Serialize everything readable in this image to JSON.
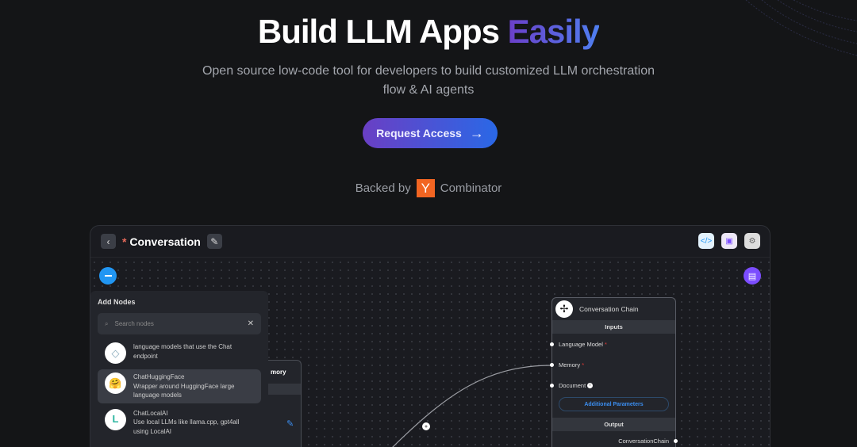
{
  "hero": {
    "title_main": "Build LLM Apps",
    "title_accent": "Easily",
    "subtitle": "Open source low-code tool for developers to build customized LLM orchestration flow & AI agents",
    "cta_label": "Request Access",
    "backed_prefix": "Backed by",
    "yc_letter": "Y",
    "backed_suffix": "Combinator"
  },
  "app": {
    "modified_marker": "*",
    "title": "Conversation",
    "toolbar_icons": [
      "code-icon",
      "save-icon",
      "gear-icon"
    ]
  },
  "add_nodes": {
    "title": "Add Nodes",
    "search_placeholder": "Search nodes",
    "items": [
      {
        "name": "",
        "desc": "language models that use the Chat endpoint"
      },
      {
        "name": "ChatHuggingFace",
        "desc": "Wrapper around HuggingFace large language models"
      },
      {
        "name": "ChatLocalAI",
        "desc": "Use local LLMs like llama.cpp, gpt4all using LocalAI"
      }
    ]
  },
  "memory_node": {
    "title_fragment": "mory"
  },
  "chain_node": {
    "title": "Conversation Chain",
    "inputs_label": "Inputs",
    "inputs": [
      {
        "label": "Language Model",
        "required": "*"
      },
      {
        "label": "Memory",
        "required": "*"
      },
      {
        "label": "Document",
        "info": "i"
      }
    ],
    "additional_label": "Additional Parameters",
    "output_label": "Output",
    "output": "ConversationChain"
  },
  "colors": {
    "bg": "#141517",
    "accent_blue": "#2196f3",
    "accent_purple": "#7c4dff",
    "yc": "#f26522"
  }
}
